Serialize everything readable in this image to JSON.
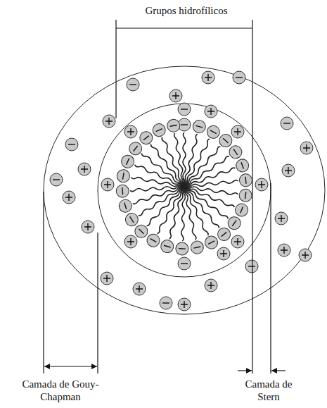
{
  "diagram": {
    "labels": [
      "Grupos hidrofílicos",
      "Camada de Gouy-Chapman",
      "Camada de Stern"
    ]
  }
}
